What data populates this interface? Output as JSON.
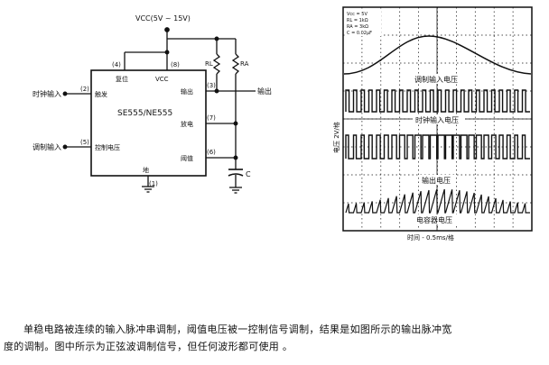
{
  "circuit": {
    "vcc_label": "VCC(5V ~ 15V)",
    "chip_name": "SE555/NE555",
    "pins": {
      "p4": "(4)",
      "p4_name": "复位",
      "p8": "(8)",
      "p8_name": "VCC",
      "p3": "(3)",
      "p3_name": "输出",
      "p2": "(2)",
      "p2_name": "触发",
      "p7": "(7)",
      "p7_name": "放电",
      "p5": "(5)",
      "p5_name": "控制电压",
      "p6": "(6)",
      "p6_name": "阈值",
      "p1": "(1)",
      "p1_name": "地"
    },
    "input_clock": "时钟输入",
    "input_mod": "调制输入",
    "output_label": "输出",
    "rl_label": "RL",
    "ra_label": "RA",
    "c_label": "C"
  },
  "scope": {
    "header_lines": [
      "Vcc = 5V",
      "RL = 1kΩ",
      "RA = 3kΩ",
      "C = 0.02μF"
    ],
    "side_label": "电压  2V/格",
    "trace_labels": [
      "调制输入电压",
      "时钟输入电压",
      "输出电压",
      "电容器电压"
    ],
    "time_label": "时间 - 0.5ms/格"
  },
  "caption": {
    "line1": "单稳电路被连续的输入脉冲串调制，阈值电压被一控制信号调制，结果是如图所示的输出脉冲宽",
    "line2": "度的调制。图中所示为正弦波调制信号，但任何波形都可使用 。"
  }
}
